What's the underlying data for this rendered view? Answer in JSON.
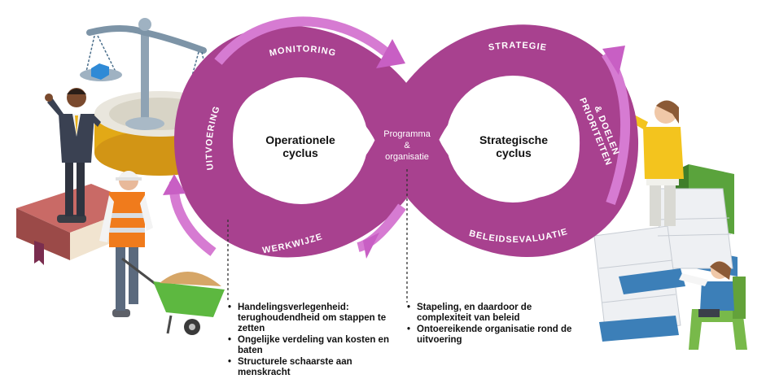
{
  "loop": {
    "monitoring": "MONITORING",
    "uitvoering": "UITVOERING",
    "werkwijze": "WERKWIJZE",
    "strategie": "STRATEGIE",
    "prioriteiten_line1": "PRIORITEITEN",
    "prioriteiten_line2": "& DOELEN",
    "beleidsevaluatie": "BELEIDSEVALUATIE"
  },
  "left_cycle": {
    "line1": "Operationele",
    "line2": "cyclus"
  },
  "right_cycle": {
    "line1": "Strategische",
    "line2": "cyclus"
  },
  "center": {
    "line1": "Programma",
    "line2": "&",
    "line3": "organisatie"
  },
  "left_bullets": [
    "Handelingsverlegenheid: terughoudendheid om stappen te zetten",
    "Ongelijke verdeling van kosten en baten",
    "Structurele schaarste aan menskracht"
  ],
  "right_bullets": [
    "Stapeling, en daardoor de complexiteit van beleid",
    "Ontoereikende organisatie rond de uitvoering"
  ],
  "colors": {
    "loop": "#a8418f",
    "loop_dark": "#8e2f79",
    "arrow": "#d67bd2",
    "arrow_dark": "#b34fae"
  }
}
